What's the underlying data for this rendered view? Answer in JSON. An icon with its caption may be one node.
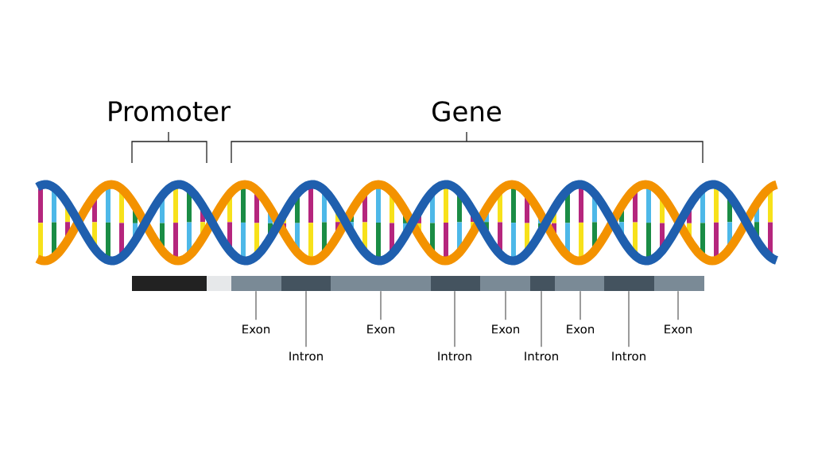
{
  "diagram": {
    "nodes": [
      {
        "text": [],
        "shape": "bar"
      },
      {
        "text": [],
        "shape": "bar"
      },
      {
        "text": [],
        "shape": "bar"
      },
      {
        "text": [],
        "shape": "bar"
      },
      {
        "text": [],
        "shape": "bar"
      },
      {
        "text": [],
        "shape": "bar"
      },
      {
        "text": [],
        "shape": "bar"
      },
      {
        "text": [],
        "shape": "bar"
      },
      {
        "text": [],
        "shape": "bar"
      },
      {
        "text": [],
        "shape": "bar"
      },
      {
        "text": [],
        "shape": "bar"
      },
      {
        "text": [
          "Exon"
        ]
      },
      {
        "text": [
          "Intron"
        ]
      },
      {
        "text": [
          "Exon"
        ]
      },
      {
        "text": [
          "Intron"
        ]
      },
      {
        "text": [
          "Exon"
        ]
      },
      {
        "text": [
          "Intron"
        ]
      },
      {
        "text": [
          "Exon"
        ]
      },
      {
        "text": [
          "Intron"
        ]
      },
      {
        "text": [
          "Exon"
        ]
      }
    ],
    "edges": [
      {
        "from": 11,
        "to": 2,
        "arrow": "none"
      },
      {
        "from": 12,
        "to": 3,
        "arrow": "none"
      },
      {
        "from": 13,
        "to": 4,
        "arrow": "none"
      },
      {
        "from": 14,
        "to": 5,
        "arrow": "none"
      },
      {
        "from": 15,
        "to": 6,
        "arrow": "none"
      },
      {
        "from": 16,
        "to": 7,
        "arrow": "none"
      },
      {
        "from": 17,
        "to": 8,
        "arrow": "none"
      },
      {
        "from": 18,
        "to": 9,
        "arrow": "none"
      },
      {
        "from": 19,
        "to": 10,
        "arrow": "none"
      }
    ],
    "labels": [
      "Promoter",
      "Gene"
    ]
  }
}
